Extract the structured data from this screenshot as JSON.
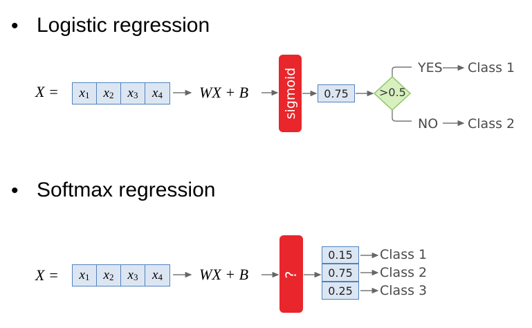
{
  "sections": [
    {
      "bullet": "•",
      "title": "Logistic regression",
      "x_label": "X =",
      "inputs": [
        "x",
        "x",
        "x",
        "x"
      ],
      "subscripts": [
        "1",
        "2",
        "3",
        "4"
      ],
      "linear": "WX + B",
      "activation": "sigmoid",
      "output": "0.75",
      "threshold": ">0.5",
      "yes_label": "YES",
      "no_label": "NO",
      "class_yes": "Class 1",
      "class_no": "Class 2"
    },
    {
      "bullet": "•",
      "title": "Softmax regression",
      "x_label": "X =",
      "inputs": [
        "x",
        "x",
        "x",
        "x"
      ],
      "subscripts": [
        "1",
        "2",
        "3",
        "4"
      ],
      "linear": "WX + B",
      "activation": "?",
      "outputs": [
        "0.15",
        "0.75",
        "0.25"
      ],
      "classes": [
        "Class 1",
        "Class 2",
        "Class 3"
      ]
    }
  ],
  "colors": {
    "box_fill": "#dce6f2",
    "box_border": "#4f81bd",
    "activation": "#e8262b",
    "diamond_fill": "#d8f0c0",
    "diamond_border": "#8cc665"
  }
}
